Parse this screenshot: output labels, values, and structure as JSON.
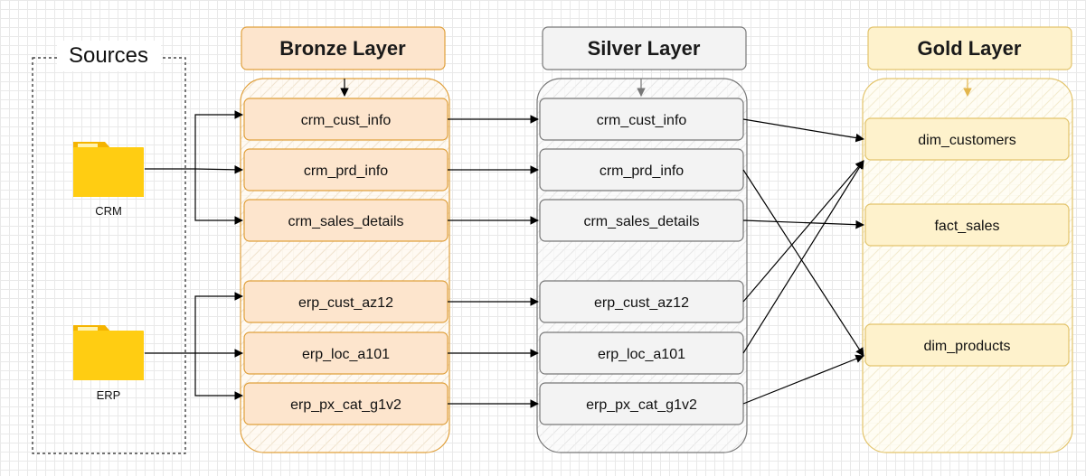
{
  "sources": {
    "title": "Sources",
    "items": [
      {
        "label": "CRM",
        "icon": "folder-icon"
      },
      {
        "label": "ERP",
        "icon": "folder-icon"
      }
    ]
  },
  "layers": {
    "bronze": {
      "title": "Bronze Layer",
      "header_fill": "#fde5cd",
      "header_stroke": "#e0a03c",
      "node_fill": "#fde5cd",
      "node_stroke": "#e0a03c",
      "tables": [
        "crm_cust_info",
        "crm_prd_info",
        "crm_sales_details",
        "erp_cust_az12",
        "erp_loc_a101",
        "erp_px_cat_g1v2"
      ]
    },
    "silver": {
      "title": "Silver Layer",
      "header_fill": "#f3f3f3",
      "header_stroke": "#777777",
      "node_fill": "#f3f3f3",
      "node_stroke": "#777777",
      "tables": [
        "crm_cust_info",
        "crm_prd_info",
        "crm_sales_details",
        "erp_cust_az12",
        "erp_loc_a101",
        "erp_px_cat_g1v2"
      ]
    },
    "gold": {
      "title": "Gold Layer",
      "header_fill": "#fef2cc",
      "header_stroke": "#e3c46b",
      "node_fill": "#fef2cc",
      "node_stroke": "#e3c46b",
      "tables": [
        "dim_customers",
        "fact_sales",
        "dim_products"
      ]
    }
  },
  "connections": {
    "silver_to_gold": [
      {
        "from": "crm_cust_info",
        "to": "dim_customers"
      },
      {
        "from": "crm_prd_info",
        "to": "dim_products"
      },
      {
        "from": "crm_sales_details",
        "to": "fact_sales"
      },
      {
        "from": "erp_cust_az12",
        "to": "dim_customers"
      },
      {
        "from": "erp_loc_a101",
        "to": "dim_customers"
      },
      {
        "from": "erp_px_cat_g1v2",
        "to": "dim_products"
      }
    ]
  },
  "colors": {
    "folder_body": "#ffcd12",
    "folder_tab": "#f5b400",
    "silver_inner_arrow": "#777777",
    "gold_inner_arrow": "#e3b64c"
  }
}
